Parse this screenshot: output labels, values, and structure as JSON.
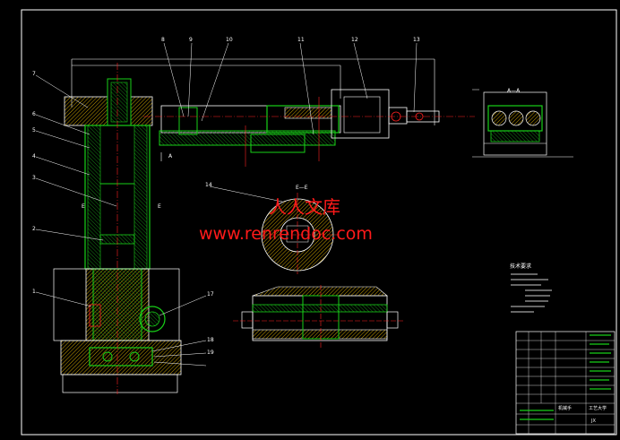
{
  "watermark": {
    "cn": "人人文库",
    "url": "www.renrendoc.com"
  },
  "part_labels": [
    "7",
    "6",
    "5",
    "4",
    "3",
    "2",
    "1",
    "8",
    "9",
    "10",
    "11",
    "12",
    "13",
    "14",
    "17",
    "18",
    "19"
  ],
  "section_labels": {
    "aa": "A—A",
    "ee": "E—E",
    "a_mark": "A",
    "e_mark": "E"
  },
  "notes": {
    "title": "技术要求"
  },
  "title_block": {
    "name": "机械手",
    "school": "工艺大学",
    "drawing_no": "JX"
  },
  "colors": {
    "background": "#000000",
    "lines": "#ffffff",
    "parts": "#18d018",
    "hatch": "#c8a000",
    "centerlines": "#ff2020",
    "callouts": "#ffffff"
  }
}
